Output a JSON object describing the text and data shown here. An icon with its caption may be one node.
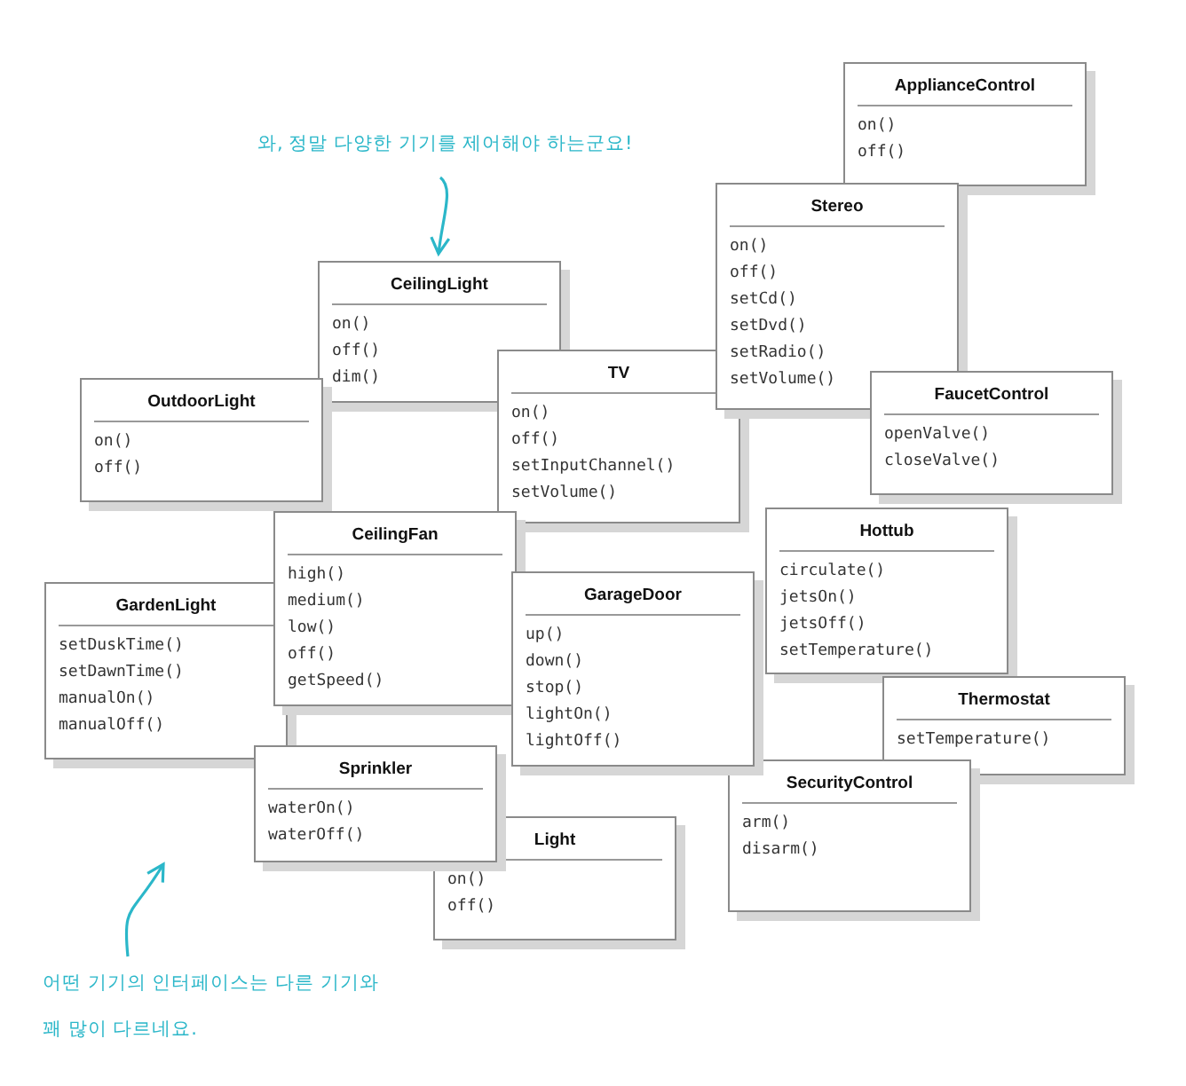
{
  "diagram": {
    "nodes": [
      {
        "text": [
          "와, 정말 다양한 기기를 제어해야 하는군요!"
        ]
      },
      {
        "text": [
          "ApplianceControl",
          "on()",
          "off()"
        ]
      },
      {
        "text": [
          "Stereo",
          "on()",
          "off()",
          "setCd()",
          "setDvd()",
          "setRadio()",
          "setVolume()"
        ]
      },
      {
        "text": [
          "CeilingLight",
          "on()",
          "off()",
          "dim()"
        ]
      },
      {
        "text": [
          "TV",
          "on()",
          "off()",
          "setInputChannel()",
          "setVolume()"
        ]
      },
      {
        "text": [
          "FaucetControl",
          "openValve()",
          "closeValve()"
        ]
      },
      {
        "text": [
          "OutdoorLight",
          "on()",
          "off()"
        ]
      },
      {
        "text": [
          "Hottub",
          "circulate()",
          "jetsOn()",
          "jetsOff()",
          "setTemperature()"
        ]
      },
      {
        "text": [
          "CeilingFan",
          "high()",
          "medium()",
          "low()",
          "off()",
          "getSpeed()"
        ]
      },
      {
        "text": [
          "GarageDoor",
          "up()",
          "down()",
          "stop()",
          "lightOn()",
          "lightOff()"
        ]
      },
      {
        "text": [
          "GardenLight",
          "setDuskTime()",
          "setDawnTime()",
          "manualOn()",
          "manualOff()"
        ]
      },
      {
        "text": [
          "Thermostat",
          "setTemperature()"
        ]
      },
      {
        "text": [
          "Sprinkler",
          "waterOn()",
          "waterOff()"
        ]
      },
      {
        "text": [
          "SecurityControl",
          "arm()",
          "disarm()"
        ]
      },
      {
        "text": [
          "Light",
          "on()",
          "off()"
        ]
      },
      {
        "text": [
          "어떤 기기의 인터페이스는 다른 기기와 꽤 많이 다르네요."
        ]
      }
    ],
    "edges": [
      {
        "from": 0,
        "to": 3,
        "arrow": "to"
      },
      {
        "from": 15,
        "to": null,
        "arrow": "to"
      }
    ]
  }
}
